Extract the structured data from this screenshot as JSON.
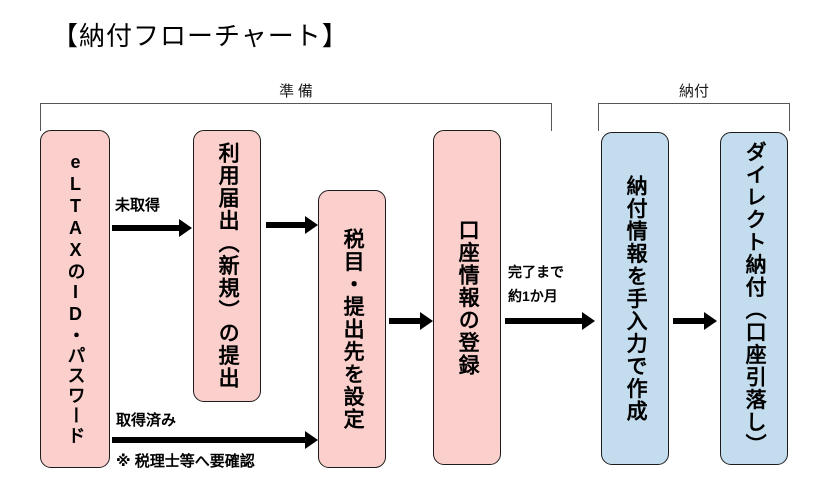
{
  "title": "【納付フローチャート】",
  "phases": [
    {
      "id": "preparation",
      "label": "準 備"
    },
    {
      "id": "payment",
      "label": "納付"
    }
  ],
  "nodes": [
    {
      "id": "eltax-credentials",
      "label": "eLTAXのID・パスワード",
      "color": "#fbcfcb"
    },
    {
      "id": "usage-notification",
      "label": "利用届出（新規）の提出",
      "color": "#fbcfcb"
    },
    {
      "id": "tax-item-destination",
      "label": "税目・提出先を設定",
      "color": "#fbcfcb"
    },
    {
      "id": "account-registration",
      "label": "口座情報の登録",
      "color": "#fbcfcb"
    },
    {
      "id": "payment-info-manual",
      "label": "納付情報を手入力で作成",
      "color": "#c3dcee"
    },
    {
      "id": "direct-payment",
      "label": "ダイレクト納付（口座引落し）",
      "color": "#c3dcee"
    }
  ],
  "arrows": [
    {
      "id": "not-obtained",
      "label": "未取得"
    },
    {
      "id": "to-tax-item",
      "label": ""
    },
    {
      "id": "to-account",
      "label": ""
    },
    {
      "id": "obtained",
      "label": "取得済み",
      "note": "※ 税理士等へ要確認"
    },
    {
      "id": "until-complete",
      "label_line1": "完了まで",
      "label_line2": "約1か月"
    },
    {
      "id": "to-direct-payment",
      "label": ""
    }
  ],
  "colors": {
    "pink_fill": "#fbcfcb",
    "blue_fill": "#c3dcee",
    "stroke": "#1c1c1c",
    "bracket": "#565656",
    "arrow": "#000000"
  }
}
